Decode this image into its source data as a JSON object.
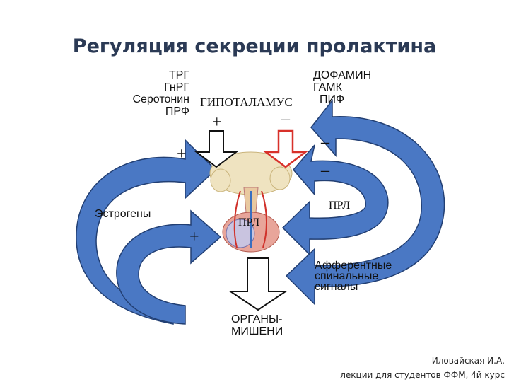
{
  "title": "Регуляция секреции пролактина",
  "left_factors": [
    "ТРГ",
    "ГнРГ",
    "Серотонин",
    "ПРФ"
  ],
  "right_factors": [
    "ДОФАМИН",
    "ГАМК"
  ],
  "hypothalamus": "ГИПОТАЛАМУС",
  "pif": "ПИФ",
  "sign_plus": "+",
  "sign_minus": "–",
  "estrogens": "Эстрогены",
  "prl_right": "ПРЛ",
  "prl_center": "ПРЛ",
  "afferent": [
    "Афферентные",
    "спинальные",
    "сигналы"
  ],
  "targets": [
    "ОРГАНЫ-",
    "МИШЕНИ"
  ],
  "credit": [
    "Иловайская И.А.",
    "лекции для студентов ФФМ, 4й курс"
  ],
  "colors": {
    "arrow_blue": "#4a78c4",
    "arrow_edge": "#223f73",
    "red_arrow": "#d8312a"
  }
}
